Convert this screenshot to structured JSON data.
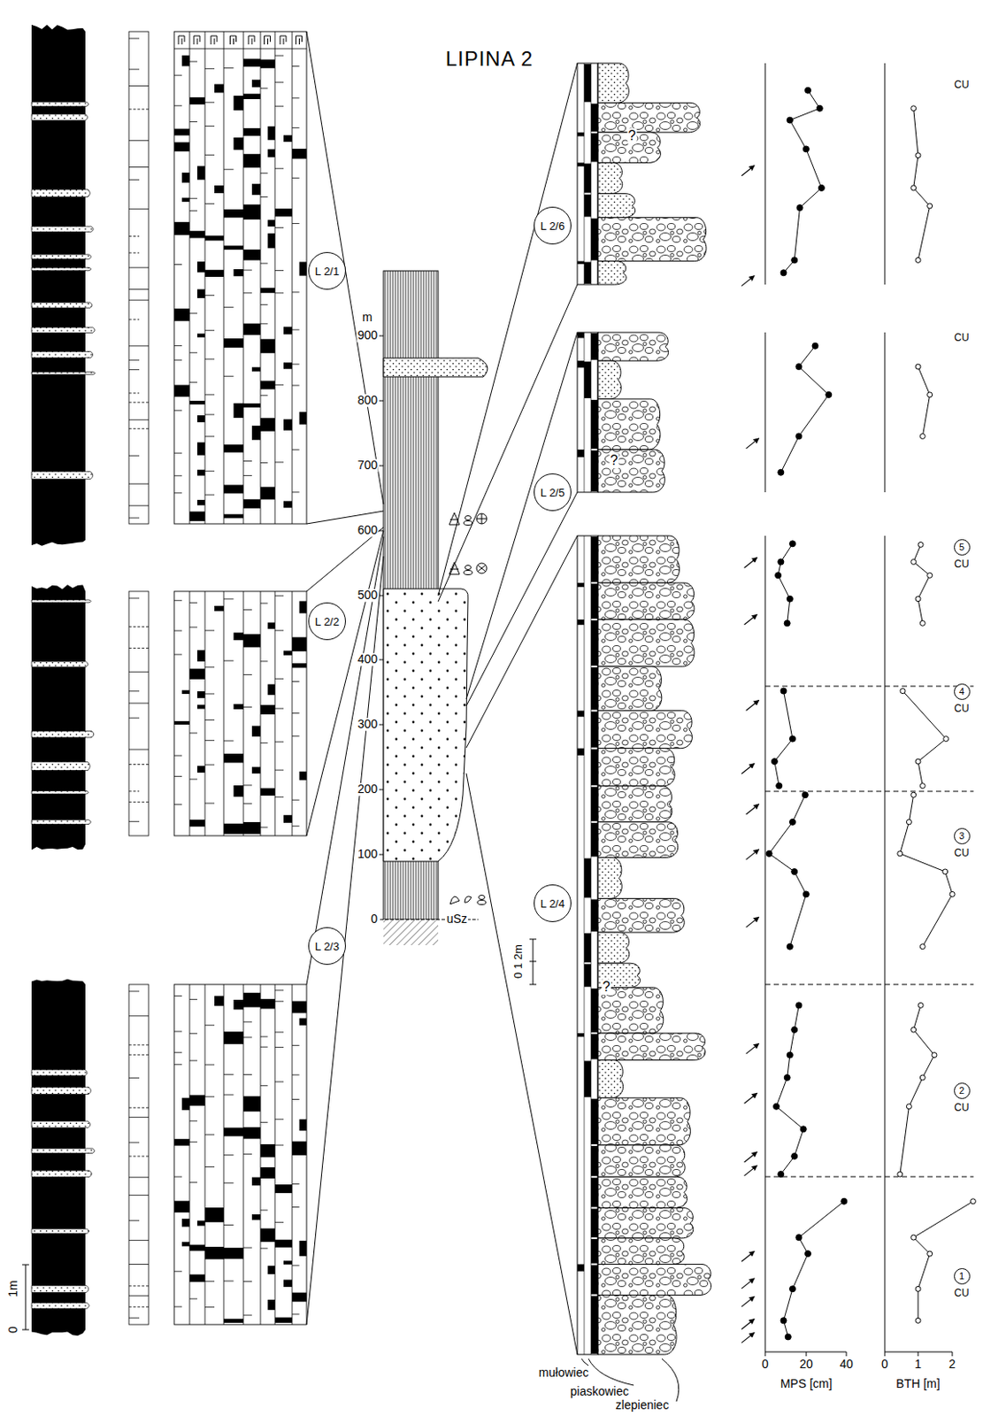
{
  "diagram": {
    "title": "LIPINA 2",
    "nodes": [
      {
        "text": [
          "L 2/1"
        ]
      },
      {
        "text": [
          "L 2/2"
        ]
      },
      {
        "text": [
          "L 2/3"
        ]
      },
      {
        "text": [
          "L 2/6"
        ]
      },
      {
        "text": [
          "L 2/5"
        ]
      },
      {
        "text": [
          "L 2/4"
        ]
      },
      {
        "text": [
          "5"
        ]
      },
      {
        "text": [
          "4"
        ]
      },
      {
        "text": [
          "3"
        ]
      },
      {
        "text": [
          "2"
        ]
      },
      {
        "text": [
          "1"
        ]
      }
    ],
    "labels": [
      "m",
      "900",
      "800",
      "700",
      "600",
      "500",
      "400",
      "300",
      "200",
      "100",
      "0",
      "uSz",
      "1m",
      "0",
      "0 1 2m",
      "?",
      "?",
      "?",
      "CU",
      "CU",
      "CU",
      "CU",
      "CU",
      "CU",
      "CU",
      "0",
      "20",
      "40",
      "MPS [cm]",
      "0",
      "1",
      "2",
      "BTH [m]",
      "mułowiec",
      "piaskowiec",
      "zlepieniec"
    ]
  }
}
